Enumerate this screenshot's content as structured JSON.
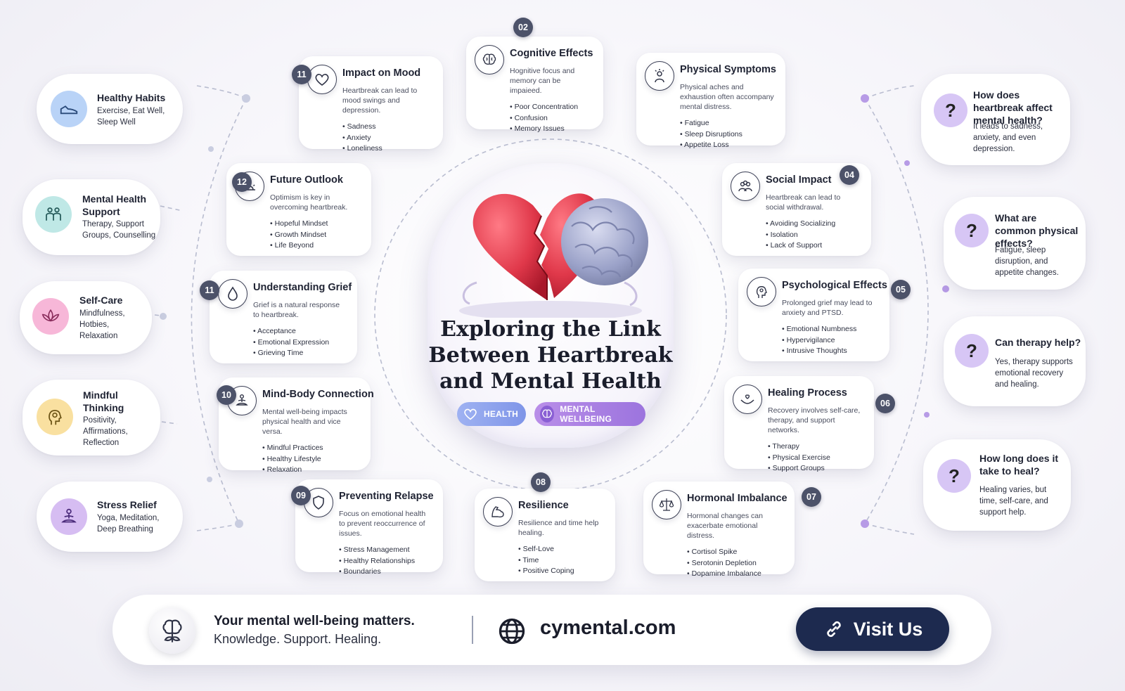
{
  "title": "Exploring the Link Between Heartbreak and Mental Health",
  "tags": {
    "health": "HEALTH",
    "mental": "MENTAL WELLBEING"
  },
  "topics": [
    {
      "badge": "11",
      "title": "Impact on Mood",
      "desc": "Heartbreak can lead to mood swings and depression.",
      "items": [
        "Sadness",
        "Anxiety",
        "Loneliness"
      ],
      "icon": "heart-icon"
    },
    {
      "badge": "02",
      "title": "Cognitive Effects",
      "desc": "Hognitive focus and memory can be impaieed.",
      "items": [
        "Poor Concentration",
        "Confusion",
        "Memory Issues"
      ],
      "icon": "brain-icon"
    },
    {
      "badge": "",
      "title": "Physical Symptoms",
      "desc": "Physical aches and exhaustion often accompany mental distress.",
      "items": [
        "Fatigue",
        "Sleep Disruptions",
        "Appetite Loss"
      ],
      "icon": "person-stress-icon"
    },
    {
      "badge": "12",
      "title": "Future Outlook",
      "desc": "Optimism is key in overcoming heartbreak.",
      "items": [
        "Hopeful Mindset",
        "Growth Mindset",
        "Life Beyond"
      ],
      "icon": "sunrise-icon"
    },
    {
      "badge": "04",
      "title": "Social Impact",
      "desc": "Heartbreak can lead to social withdrawal.",
      "items": [
        "Avoiding Socializing",
        "Isolation",
        "Lack of Support"
      ],
      "icon": "group-icon"
    },
    {
      "badge": "11",
      "title": "Understanding Grief",
      "desc": "Grief is a natural response to heartbreak.",
      "items": [
        "Acceptance",
        "Emotional Expression",
        "Grieving Time"
      ],
      "icon": "teardrop-icon"
    },
    {
      "badge": "05",
      "title": "Psychological Effects",
      "desc": "Prolonged grief may lead to anxiety and PTSD.",
      "items": [
        "Emotional Numbness",
        "Hypervigilance",
        "Intrusive Thoughts"
      ],
      "icon": "head-mind-icon"
    },
    {
      "badge": "10",
      "title": "Mind-Body Connection",
      "desc": "Mental well-being impacts physical health and vice versa.",
      "items": [
        "Mindful Practices",
        "Healthy Lifestyle",
        "Relaxation"
      ],
      "icon": "meditation-icon"
    },
    {
      "badge": "06",
      "title": "Healing Process",
      "desc": "Recovery involves self-care, therapy, and support networks.",
      "items": [
        "Therapy",
        "Physical Exercise",
        "Support Groups"
      ],
      "icon": "hands-heart-icon"
    },
    {
      "badge": "09",
      "title": "Preventing Relapse",
      "desc": "Focus on emotional health to prevent reoccurrence of issues.",
      "items": [
        "Stress Management",
        "Healthy Relationships",
        "Boundaries"
      ],
      "icon": "shield-icon"
    },
    {
      "badge": "08",
      "title": "Resilience",
      "desc": "Resilience and time help healing.",
      "items": [
        "Self-Love",
        "Time",
        "Positive Coping"
      ],
      "icon": "flexed-arm-icon"
    },
    {
      "badge": "07",
      "title": "Hormonal Imbalance",
      "desc": "Hormonal changes can exacerbate emotional distress.",
      "items": [
        "Cortisol Spike",
        "Serotonin Depletion",
        "Dopamine Imbalance"
      ],
      "icon": "scales-icon"
    }
  ],
  "habits": [
    {
      "title": "Healthy Habits",
      "text": "Exercise, Eat Well, Sleep Well",
      "icon": "sneaker-icon",
      "color": "#b9d3f7"
    },
    {
      "title": "Mental Health Support",
      "text": "Therapy, Support Groups, Counselling",
      "icon": "support-people-icon",
      "color": "#bfe8e6"
    },
    {
      "title": "Self-Care",
      "text": "Mindfulness, Hotbies, Relaxation",
      "icon": "lotus-icon",
      "color": "#f7b7d8"
    },
    {
      "title": "Mindful Thinking",
      "text": "Positivity, Affirmations, Reflection",
      "icon": "head-bulb-icon",
      "color": "#f9e0a0"
    },
    {
      "title": "Stress Relief",
      "text": "Yoga, Meditation, Deep Breathing",
      "icon": "yoga-icon",
      "color": "#d6bdf2"
    }
  ],
  "faqs": [
    {
      "q": "?",
      "question": "How does heartbreak affect mental health?",
      "answer": "It leads to sadness, anxiety, and even depression."
    },
    {
      "q": "?",
      "question": "What are common physical effects?",
      "answer": "Fatigue, sleep disruption, and appetite changes."
    },
    {
      "q": "?",
      "question": "Can therapy help?",
      "answer": "Yes, therapy supports emotional recovery and healing."
    },
    {
      "q": "?",
      "question": "How long does it take to heal?",
      "answer": "Healing varies, but time, self-care, and support help."
    }
  ],
  "footer": {
    "headline": "Your mental well-being matters.",
    "sub": "Knowledge. Support. Healing.",
    "site": "cymental.com",
    "button": "Visit Us"
  },
  "colors": {
    "badge": "#4c5269",
    "button": "#1d2a4f",
    "heart": "#e0384a",
    "brain": "#9aa1c8",
    "faq_circle": "#d7c6f5"
  }
}
